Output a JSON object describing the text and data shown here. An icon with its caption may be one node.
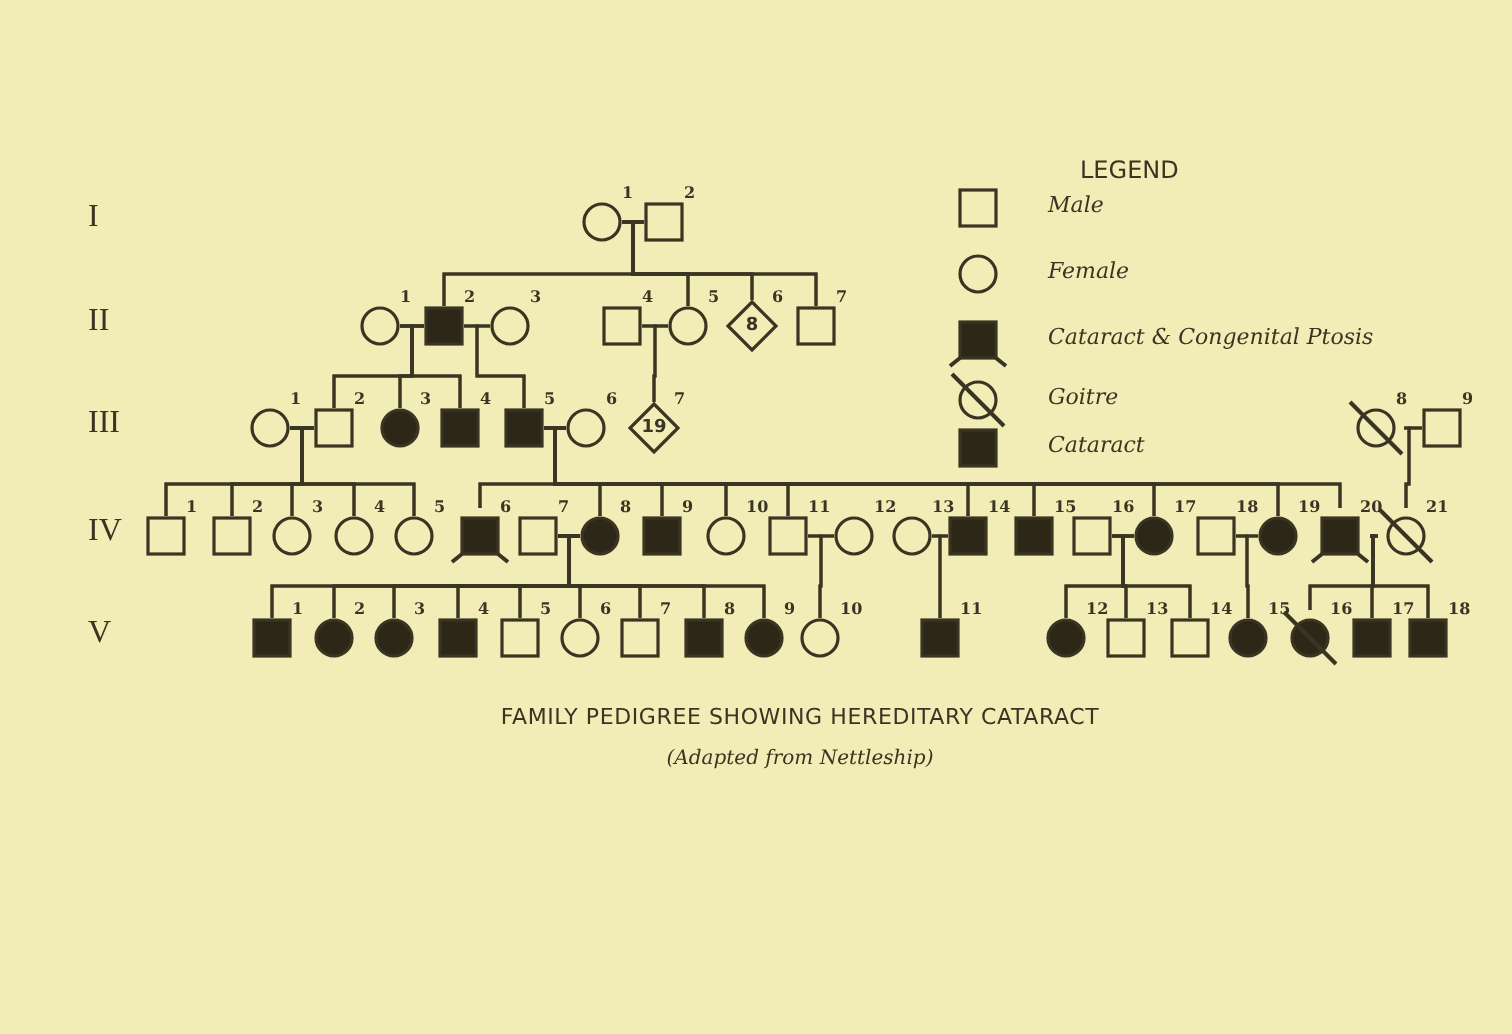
{
  "diagram": {
    "title": "FAMILY PEDIGREE SHOWING HEREDITARY CATARACT",
    "caption": "(Adapted from Nettleship)",
    "nodes": [
      {
        "text": [],
        "shape": "circle",
        "beside": [
          "1"
        ]
      },
      {
        "text": [],
        "shape": "square",
        "beside": [
          "2"
        ]
      },
      {
        "text": [],
        "shape": "circle",
        "beside": [
          "1"
        ]
      },
      {
        "text": [],
        "shape": "filled-square",
        "beside": [
          "2"
        ]
      },
      {
        "text": [],
        "shape": "circle",
        "beside": [
          "3"
        ]
      },
      {
        "text": [],
        "shape": "square",
        "beside": [
          "4"
        ]
      },
      {
        "text": [],
        "shape": "circle",
        "beside": [
          "5"
        ]
      },
      {
        "text": [
          "8"
        ],
        "beside": [
          "6"
        ]
      },
      {
        "text": [],
        "shape": "square",
        "beside": [
          "7"
        ]
      },
      {
        "text": [],
        "shape": "circle",
        "beside": [
          "1"
        ]
      },
      {
        "text": [],
        "shape": "square",
        "beside": [
          "2"
        ]
      },
      {
        "text": [],
        "shape": "filled-circle",
        "beside": [
          "3"
        ]
      },
      {
        "text": [],
        "shape": "filled-square",
        "beside": [
          "4"
        ]
      },
      {
        "text": [],
        "shape": "filled-square",
        "beside": [
          "5"
        ]
      },
      {
        "text": [],
        "shape": "circle",
        "beside": [
          "6"
        ]
      },
      {
        "text": [
          "19"
        ],
        "beside": [
          "7"
        ]
      },
      {
        "text": [],
        "shape": "crossed-circle",
        "beside": [
          "8"
        ]
      },
      {
        "text": [],
        "shape": "square",
        "beside": [
          "9"
        ]
      },
      {
        "text": [],
        "shape": "square",
        "beside": [
          "1"
        ]
      },
      {
        "text": [],
        "shape": "square",
        "beside": [
          "2"
        ]
      },
      {
        "text": [],
        "shape": "circle",
        "beside": [
          "3"
        ]
      },
      {
        "text": [],
        "shape": "circle",
        "beside": [
          "4"
        ]
      },
      {
        "text": [],
        "shape": "circle",
        "beside": [
          "5"
        ]
      },
      {
        "text": [],
        "shape": "ptosis-square",
        "beside": [
          "6"
        ]
      },
      {
        "text": [],
        "shape": "square",
        "beside": [
          "7"
        ]
      },
      {
        "text": [],
        "shape": "filled-circle",
        "beside": [
          "8"
        ]
      },
      {
        "text": [],
        "shape": "filled-square",
        "beside": [
          "9"
        ]
      },
      {
        "text": [],
        "shape": "circle",
        "beside": [
          "10"
        ]
      },
      {
        "text": [],
        "shape": "square",
        "beside": [
          "11"
        ]
      },
      {
        "text": [],
        "shape": "circle",
        "beside": [
          "12"
        ]
      },
      {
        "text": [],
        "shape": "circle",
        "beside": [
          "13"
        ]
      },
      {
        "text": [],
        "shape": "filled-square",
        "beside": [
          "14"
        ]
      },
      {
        "text": [],
        "shape": "filled-square",
        "beside": [
          "15"
        ]
      },
      {
        "text": [],
        "shape": "square",
        "beside": [
          "16"
        ]
      },
      {
        "text": [],
        "shape": "filled-circle",
        "beside": [
          "17"
        ]
      },
      {
        "text": [],
        "shape": "square",
        "beside": [
          "18"
        ]
      },
      {
        "text": [],
        "shape": "filled-circle",
        "beside": [
          "19"
        ]
      },
      {
        "text": [],
        "shape": "ptosis-square",
        "beside": [
          "20"
        ]
      },
      {
        "text": [],
        "shape": "crossed-circle",
        "beside": [
          "21"
        ]
      },
      {
        "text": [],
        "shape": "filled-square",
        "beside": [
          "1"
        ]
      },
      {
        "text": [],
        "shape": "filled-circle",
        "beside": [
          "2"
        ]
      },
      {
        "text": [],
        "shape": "filled-circle",
        "beside": [
          "3"
        ]
      },
      {
        "text": [],
        "shape": "filled-square",
        "beside": [
          "4"
        ]
      },
      {
        "text": [],
        "shape": "square",
        "beside": [
          "5"
        ]
      },
      {
        "text": [],
        "shape": "circle",
        "beside": [
          "6"
        ]
      },
      {
        "text": [],
        "shape": "square",
        "beside": [
          "7"
        ]
      },
      {
        "text": [],
        "shape": "filled-square",
        "beside": [
          "8"
        ]
      },
      {
        "text": [],
        "shape": "filled-circle",
        "beside": [
          "9"
        ]
      },
      {
        "text": [],
        "shape": "circle",
        "beside": [
          "10"
        ]
      },
      {
        "text": [],
        "shape": "filled-square",
        "beside": [
          "11"
        ]
      },
      {
        "text": [],
        "shape": "filled-circle",
        "beside": [
          "12"
        ]
      },
      {
        "text": [],
        "shape": "square",
        "beside": [
          "13"
        ]
      },
      {
        "text": [],
        "shape": "square",
        "beside": [
          "14"
        ]
      },
      {
        "text": [],
        "shape": "filled-circle",
        "beside": [
          "15"
        ]
      },
      {
        "text": [],
        "shape": "filled-crossed-circle",
        "beside": [
          "16"
        ]
      },
      {
        "text": [],
        "shape": "filled-square",
        "beside": [
          "17"
        ]
      },
      {
        "text": [],
        "shape": "filled-square",
        "beside": [
          "18"
        ]
      }
    ],
    "edges": [
      {
        "from": 0,
        "to": 1,
        "arrow": "none"
      },
      {
        "from": 2,
        "to": 3,
        "arrow": "none"
      },
      {
        "from": 3,
        "to": 4,
        "arrow": "none"
      },
      {
        "from": 5,
        "to": 6,
        "arrow": "none"
      },
      {
        "from": 9,
        "to": 10,
        "arrow": "none"
      },
      {
        "from": 13,
        "to": 14,
        "arrow": "none"
      },
      {
        "from": 16,
        "to": 17,
        "arrow": "none"
      },
      {
        "from": 24,
        "to": 25,
        "arrow": "none"
      },
      {
        "from": 28,
        "to": 29,
        "arrow": "none"
      },
      {
        "from": 30,
        "to": 31,
        "arrow": "none"
      },
      {
        "from": 33,
        "to": 34,
        "arrow": "none"
      },
      {
        "from": 35,
        "to": 36,
        "arrow": "none"
      },
      {
        "from": 37,
        "to": 38,
        "arrow": "none"
      },
      {
        "from": 0,
        "to": 3,
        "arrow": "none"
      },
      {
        "from": 1,
        "to": 3,
        "arrow": "none"
      },
      {
        "from": 0,
        "to": 6,
        "arrow": "none"
      },
      {
        "from": 1,
        "to": 6,
        "arrow": "none"
      },
      {
        "from": 0,
        "to": 7,
        "arrow": "none"
      },
      {
        "from": 1,
        "to": 7,
        "arrow": "none"
      },
      {
        "from": 0,
        "to": 8,
        "arrow": "none"
      },
      {
        "from": 1,
        "to": 8,
        "arrow": "none"
      },
      {
        "from": 2,
        "to": 10,
        "arrow": "none"
      },
      {
        "from": 3,
        "to": 10,
        "arrow": "none"
      },
      {
        "from": 2,
        "to": 11,
        "arrow": "none"
      },
      {
        "from": 3,
        "to": 11,
        "arrow": "none"
      },
      {
        "from": 2,
        "to": 12,
        "arrow": "none"
      },
      {
        "from": 3,
        "to": 12,
        "arrow": "none"
      },
      {
        "from": 3,
        "to": 13,
        "arrow": "none"
      },
      {
        "from": 4,
        "to": 13,
        "arrow": "none"
      },
      {
        "from": 5,
        "to": 15,
        "arrow": "none"
      },
      {
        "from": 6,
        "to": 15,
        "arrow": "none"
      },
      {
        "from": 9,
        "to": 18,
        "arrow": "none"
      },
      {
        "from": 10,
        "to": 18,
        "arrow": "none"
      },
      {
        "from": 9,
        "to": 19,
        "arrow": "none"
      },
      {
        "from": 10,
        "to": 19,
        "arrow": "none"
      },
      {
        "from": 9,
        "to": 20,
        "arrow": "none"
      },
      {
        "from": 10,
        "to": 20,
        "arrow": "none"
      },
      {
        "from": 9,
        "to": 21,
        "arrow": "none"
      },
      {
        "from": 10,
        "to": 21,
        "arrow": "none"
      },
      {
        "from": 9,
        "to": 22,
        "arrow": "none"
      },
      {
        "from": 10,
        "to": 22,
        "arrow": "none"
      },
      {
        "from": 13,
        "to": 23,
        "arrow": "none"
      },
      {
        "from": 14,
        "to": 23,
        "arrow": "none"
      },
      {
        "from": 13,
        "to": 25,
        "arrow": "none"
      },
      {
        "from": 14,
        "to": 25,
        "arrow": "none"
      },
      {
        "from": 13,
        "to": 26,
        "arrow": "none"
      },
      {
        "from": 14,
        "to": 26,
        "arrow": "none"
      },
      {
        "from": 13,
        "to": 27,
        "arrow": "none"
      },
      {
        "from": 14,
        "to": 27,
        "arrow": "none"
      },
      {
        "from": 13,
        "to": 28,
        "arrow": "none"
      },
      {
        "from": 14,
        "to": 28,
        "arrow": "none"
      },
      {
        "from": 13,
        "to": 31,
        "arrow": "none"
      },
      {
        "from": 14,
        "to": 31,
        "arrow": "none"
      },
      {
        "from": 13,
        "to": 32,
        "arrow": "none"
      },
      {
        "from": 14,
        "to": 32,
        "arrow": "none"
      },
      {
        "from": 13,
        "to": 34,
        "arrow": "none"
      },
      {
        "from": 14,
        "to": 34,
        "arrow": "none"
      },
      {
        "from": 13,
        "to": 36,
        "arrow": "none"
      },
      {
        "from": 14,
        "to": 36,
        "arrow": "none"
      },
      {
        "from": 13,
        "to": 37,
        "arrow": "none"
      },
      {
        "from": 14,
        "to": 37,
        "arrow": "none"
      },
      {
        "from": 16,
        "to": 38,
        "arrow": "none"
      },
      {
        "from": 17,
        "to": 38,
        "arrow": "none"
      },
      {
        "from": 24,
        "to": 39,
        "arrow": "none"
      },
      {
        "from": 25,
        "to": 39,
        "arrow": "none"
      },
      {
        "from": 24,
        "to": 40,
        "arrow": "none"
      },
      {
        "from": 25,
        "to": 40,
        "arrow": "none"
      },
      {
        "from": 24,
        "to": 41,
        "arrow": "none"
      },
      {
        "from": 25,
        "to": 41,
        "arrow": "none"
      },
      {
        "from": 24,
        "to": 42,
        "arrow": "none"
      },
      {
        "from": 25,
        "to": 42,
        "arrow": "none"
      },
      {
        "from": 24,
        "to": 43,
        "arrow": "none"
      },
      {
        "from": 25,
        "to": 43,
        "arrow": "none"
      },
      {
        "from": 24,
        "to": 44,
        "arrow": "none"
      },
      {
        "from": 25,
        "to": 44,
        "arrow": "none"
      },
      {
        "from": 24,
        "to": 45,
        "arrow": "none"
      },
      {
        "from": 25,
        "to": 45,
        "arrow": "none"
      },
      {
        "from": 24,
        "to": 46,
        "arrow": "none"
      },
      {
        "from": 25,
        "to": 46,
        "arrow": "none"
      },
      {
        "from": 24,
        "to": 47,
        "arrow": "none"
      },
      {
        "from": 25,
        "to": 47,
        "arrow": "none"
      },
      {
        "from": 28,
        "to": 48,
        "arrow": "none"
      },
      {
        "from": 29,
        "to": 48,
        "arrow": "none"
      },
      {
        "from": 30,
        "to": 49,
        "arrow": "none"
      },
      {
        "from": 31,
        "to": 49,
        "arrow": "none"
      },
      {
        "from": 33,
        "to": 50,
        "arrow": "none"
      },
      {
        "from": 34,
        "to": 50,
        "arrow": "none"
      },
      {
        "from": 33,
        "to": 51,
        "arrow": "none"
      },
      {
        "from": 34,
        "to": 51,
        "arrow": "none"
      },
      {
        "from": 33,
        "to": 52,
        "arrow": "none"
      },
      {
        "from": 34,
        "to": 52,
        "arrow": "none"
      },
      {
        "from": 35,
        "to": 53,
        "arrow": "none"
      },
      {
        "from": 36,
        "to": 53,
        "arrow": "none"
      },
      {
        "from": 37,
        "to": 54,
        "arrow": "none"
      },
      {
        "from": 38,
        "to": 54,
        "arrow": "none"
      },
      {
        "from": 37,
        "to": 55,
        "arrow": "none"
      },
      {
        "from": 38,
        "to": 55,
        "arrow": "none"
      },
      {
        "from": 37,
        "to": 56,
        "arrow": "none"
      },
      {
        "from": 38,
        "to": 56,
        "arrow": "none"
      }
    ],
    "labels": [
      "I",
      "II",
      "III",
      "IV",
      "V",
      "LEGEND"
    ],
    "legend": [
      {
        "text": "Male"
      },
      {
        "text": "Female"
      },
      {
        "text": "Cataract & Congenital Ptosis"
      },
      {
        "text": "Goitre"
      },
      {
        "text": "Cataract"
      }
    ]
  }
}
